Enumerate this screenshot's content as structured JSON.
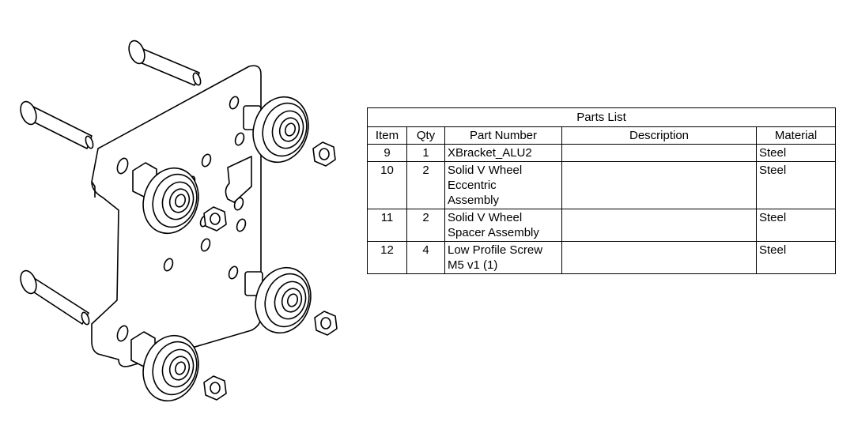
{
  "parts_list": {
    "title": "Parts List",
    "headers": [
      "Item",
      "Qty",
      "Part Number",
      "Description",
      "Material"
    ],
    "rows": [
      {
        "item": "9",
        "qty": "1",
        "part_number": "XBracket_ALU2",
        "description": "",
        "material": "Steel"
      },
      {
        "item": "10",
        "qty": "2",
        "part_number": "Solid V Wheel\nEccentric\nAssembly",
        "description": "",
        "material": "Steel"
      },
      {
        "item": "11",
        "qty": "2",
        "part_number": "Solid V Wheel\nSpacer Assembly",
        "description": "",
        "material": "Steel"
      },
      {
        "item": "12",
        "qty": "4",
        "part_number": "Low Profile Screw\nM5 v1 (1)",
        "description": "",
        "material": "Steel"
      }
    ]
  }
}
